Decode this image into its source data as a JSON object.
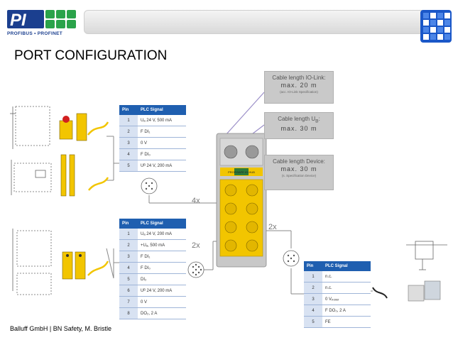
{
  "header": {
    "logo_text": "PI",
    "logo_subtitle": "PROFIBUS • PROFINET"
  },
  "page": {
    "title": "PORT CONFIGURATION",
    "footer": "Balluff GmbH | BN Safety, M. Bristle"
  },
  "callouts": [
    {
      "title": "Cable length IO-Link:",
      "value": "max. 20 m",
      "note": "(acc. IO-Link Specification)"
    },
    {
      "title": "Cable length U",
      "sub": "B",
      "suffix": ":",
      "value": "max. 30 m",
      "note": ""
    },
    {
      "title": "Cable length Device:",
      "value": "max. 30 m",
      "note": "(s. Specification Device)"
    }
  ],
  "labels": {
    "port_count_1": "4x",
    "port_count_2": "2x",
    "port_count_3": "2x",
    "device_label": "PROFISAFE IO-HUB"
  },
  "tables": {
    "header": {
      "pin": "Pin",
      "signal": "PLC Signal"
    },
    "table1": [
      {
        "pin": "1",
        "signal": "Uₐ 24 V, 500 mA"
      },
      {
        "pin": "2",
        "signal": "F DI₁"
      },
      {
        "pin": "3",
        "signal": "0 V"
      },
      {
        "pin": "4",
        "signal": "F DI₀"
      },
      {
        "pin": "5",
        "signal": "Uᴮ 24 V, 200 mA"
      }
    ],
    "table2": [
      {
        "pin": "1",
        "signal": "Uₐ 24 V, 200 mA"
      },
      {
        "pin": "2",
        "signal": "+Uₐ, 500 mA"
      },
      {
        "pin": "3",
        "signal": "F DI₁"
      },
      {
        "pin": "4",
        "signal": "F DI₀"
      },
      {
        "pin": "5",
        "signal": "DI₂"
      },
      {
        "pin": "6",
        "signal": "Uᴮ 24 V, 200 mA"
      },
      {
        "pin": "7",
        "signal": "0 V"
      },
      {
        "pin": "8",
        "signal": "DO₂, 2 A"
      }
    ],
    "table3": [
      {
        "pin": "1",
        "signal": "n.c."
      },
      {
        "pin": "2",
        "signal": "n.c."
      },
      {
        "pin": "3",
        "signal": "0 Vₚₒₓₑᵣ"
      },
      {
        "pin": "4",
        "signal": "F DO₀, 2 A"
      },
      {
        "pin": "5",
        "signal": "FE"
      }
    ]
  },
  "colors": {
    "accent_blue": "#1f5fb0",
    "pin_cell": "#d8e2f2",
    "callout_gray": "#c9c9c9",
    "connector_yellow": "#f2c500",
    "line_purple": "#9b8fc8"
  }
}
